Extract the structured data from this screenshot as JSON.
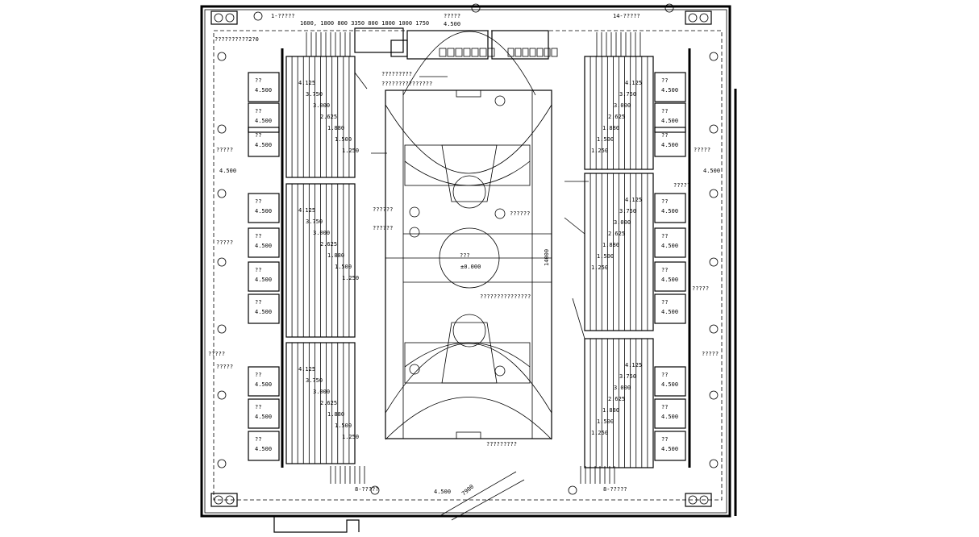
{
  "drawing": {
    "center_label": "???",
    "center_elevation": "±0.000",
    "court_label_top": "?????????",
    "court_label_top2": "???????????????",
    "court_label_mid": "???????????????",
    "court_label_bottom": "?????????",
    "side_label_left_1": "??????",
    "side_label_left_2": "??????",
    "side_label_right": "??????",
    "top_label": "?????",
    "top_elevation": "4.500",
    "bottom_elevation": "4.500",
    "top_left_note": "1-?????",
    "top_right_note": "14-?????",
    "top_left_wall_note": "??????????2?0",
    "stair_label_bottom": "8-?????",
    "stair_label_bottom_left": "8-?????",
    "room_label": "??",
    "room_elevation": "4.500",
    "tier_elevations": [
      "4.125",
      "3.750",
      "3.000",
      "2.625",
      "1.880",
      "1.500",
      "1.250"
    ],
    "court_length": "14000",
    "top_dims": "1600, 1800 800 3350 800 1800 1000 1750",
    "left_side_labels": [
      "?????",
      "?????",
      "?????",
      "?????"
    ],
    "right_side_labels": [
      "?????",
      "?????",
      "?????",
      "?????"
    ],
    "edge_elevation": "4.500",
    "ramp_dim": "7900"
  }
}
